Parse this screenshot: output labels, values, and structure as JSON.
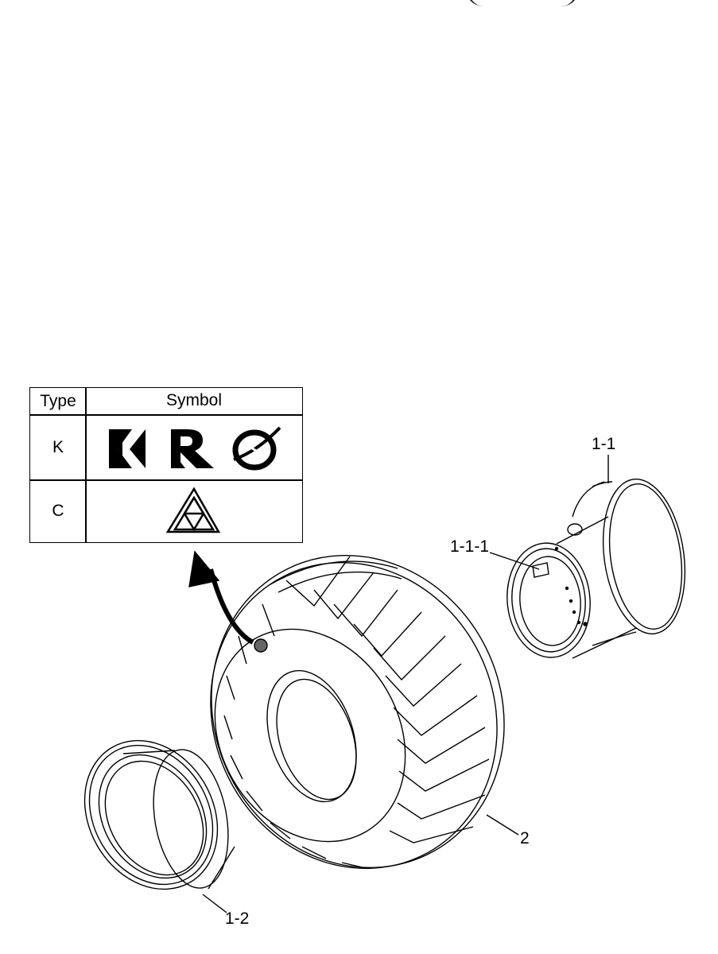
{
  "symbol_table": {
    "header_type": "Type",
    "header_symbol": "Symbol",
    "rows": [
      {
        "type": "K",
        "symbols": [
          "k-mark-icon",
          "r-mark-icon",
          "swoosh-mark-icon"
        ]
      },
      {
        "type": "C",
        "symbols": [
          "triangle-mark-icon"
        ]
      }
    ]
  },
  "callouts": {
    "rim": "1-1",
    "valve": "1-1-1",
    "flange": "1-2",
    "tire": "2"
  }
}
